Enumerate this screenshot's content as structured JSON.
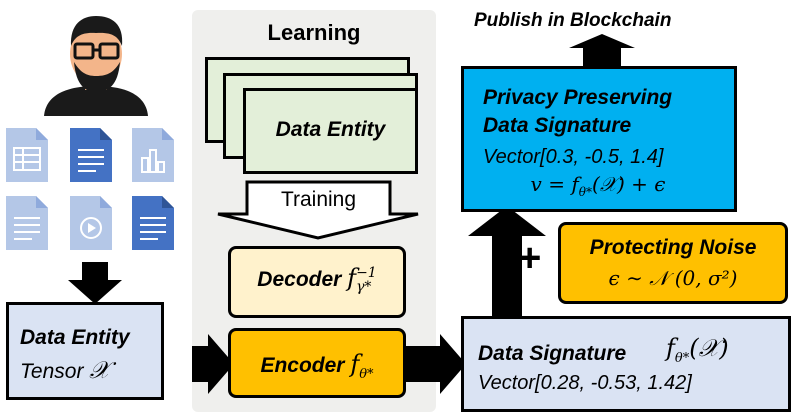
{
  "learning": {
    "title": "Learning",
    "data_entity_card": "Data Entity",
    "training_label": "Training",
    "decoder_label": "Decoder",
    "decoder_math": "f",
    "decoder_sub": "γ*",
    "decoder_sup": "−1",
    "encoder_label": "Encoder",
    "encoder_math": "f",
    "encoder_sub": "θ*"
  },
  "input": {
    "title": "Data Entity",
    "subtitle": "Tensor",
    "symbol": "𝒳"
  },
  "signature": {
    "title": "Data Signature",
    "math": "f",
    "math_sub": "θ*",
    "math_arg": "(𝒳)",
    "vector": "Vector[0.28, -0.53, 1.42]"
  },
  "noise": {
    "title": "Protecting Noise",
    "formula": "ϵ ∼ 𝒩 (0, σ²)",
    "plus": "+"
  },
  "private": {
    "title_line1": "Privacy Preserving",
    "title_line2": "Data Signature",
    "vector": "Vector[0.3, -0.5, 1.4]",
    "formula_lhs": "v = f",
    "formula_sub": "θ*",
    "formula_rhs": "(𝒳) + ϵ"
  },
  "publish": {
    "label": "Publish in Blockchain"
  },
  "icons": [
    "user-avatar-icon",
    "spreadsheet-document-icon",
    "text-document-icon",
    "chart-document-icon",
    "text-document-icon",
    "video-document-icon",
    "text-document-icon"
  ],
  "colors": {
    "panel_bg": "#efefed",
    "card_green": "#e3efd9",
    "decoder_fill": "#fff2cc",
    "encoder_fill": "#ffc000",
    "noise_fill": "#ffc000",
    "input_fill": "#dae3f3",
    "signature_fill": "#dae3f3",
    "private_fill": "#00b0f0",
    "doc_blue": "#b4c7e7",
    "doc_dark": "#4472c4"
  }
}
